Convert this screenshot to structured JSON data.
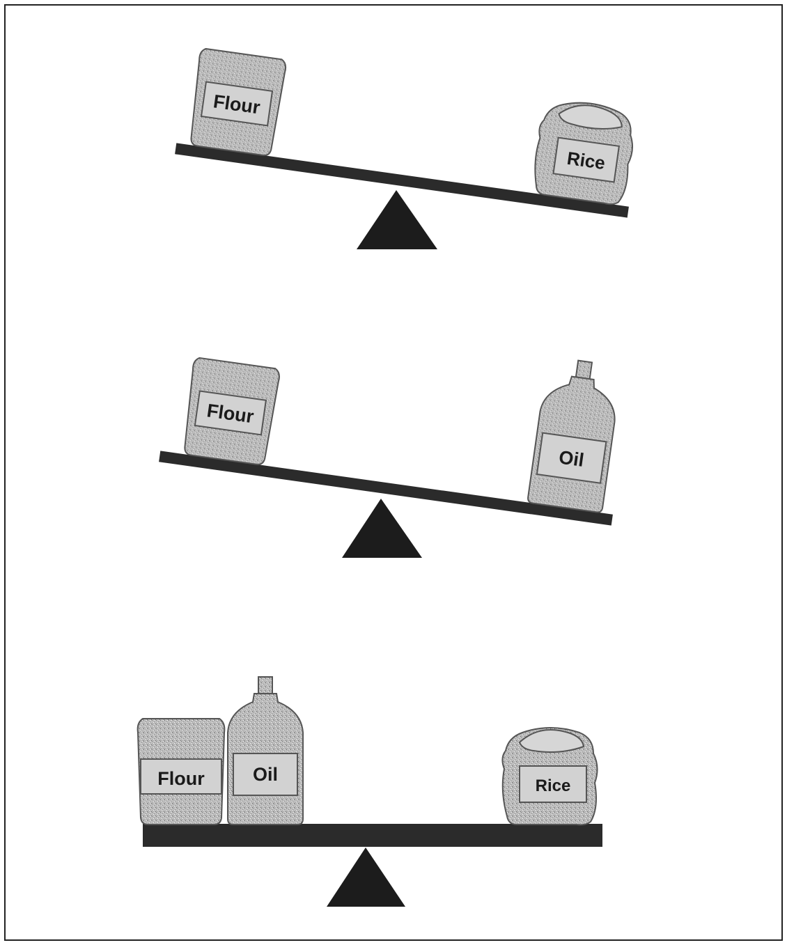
{
  "colors": {
    "beam": "#2b2b2b",
    "fulcrum": "#1c1c1c",
    "container": "#b9b9b9",
    "label_box": "#d2d2d2",
    "outline": "#555555"
  },
  "scales": [
    {
      "left_items": [
        {
          "type": "flour-bag",
          "label": "Flour"
        }
      ],
      "right_items": [
        {
          "type": "rice-sack",
          "label": "Rice"
        }
      ],
      "heavier_side": "right"
    },
    {
      "left_items": [
        {
          "type": "flour-bag",
          "label": "Flour"
        }
      ],
      "right_items": [
        {
          "type": "oil-bottle",
          "label": "Oil"
        }
      ],
      "heavier_side": "right"
    },
    {
      "left_items": [
        {
          "type": "flour-bag",
          "label": "Flour"
        },
        {
          "type": "oil-bottle",
          "label": "Oil"
        }
      ],
      "right_items": [
        {
          "type": "rice-sack",
          "label": "Rice"
        }
      ],
      "heavier_side": "balanced"
    }
  ]
}
